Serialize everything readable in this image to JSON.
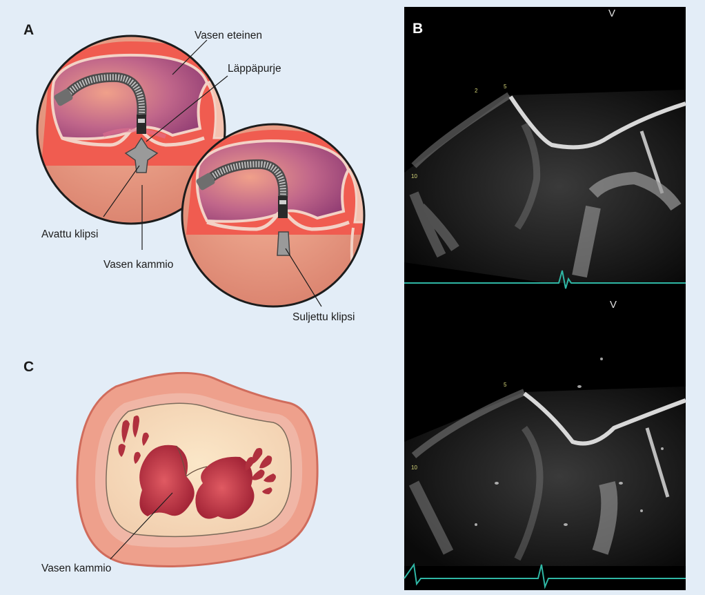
{
  "panels": {
    "a": {
      "letter": "A",
      "labels": {
        "left_atrium": "Vasen eteinen",
        "leaflet": "Läppäpurje",
        "open_clip": "Avattu klipsi",
        "left_ventricle": "Vasen kammio",
        "closed_clip": "Suljettu klipsi"
      }
    },
    "b": {
      "letter": "B",
      "marker_top": "V",
      "marker_bottom": "V"
    },
    "c": {
      "letter": "C",
      "labels": {
        "left_ventricle": "Vasen kammio"
      }
    }
  },
  "colors": {
    "background": "#e3edf7",
    "atrium": "#a0467a",
    "ventricle": "#e08c78",
    "clip": "#8c8c8c",
    "ecg_trace": "#2fb7a5",
    "papillary": "#b0303e"
  }
}
